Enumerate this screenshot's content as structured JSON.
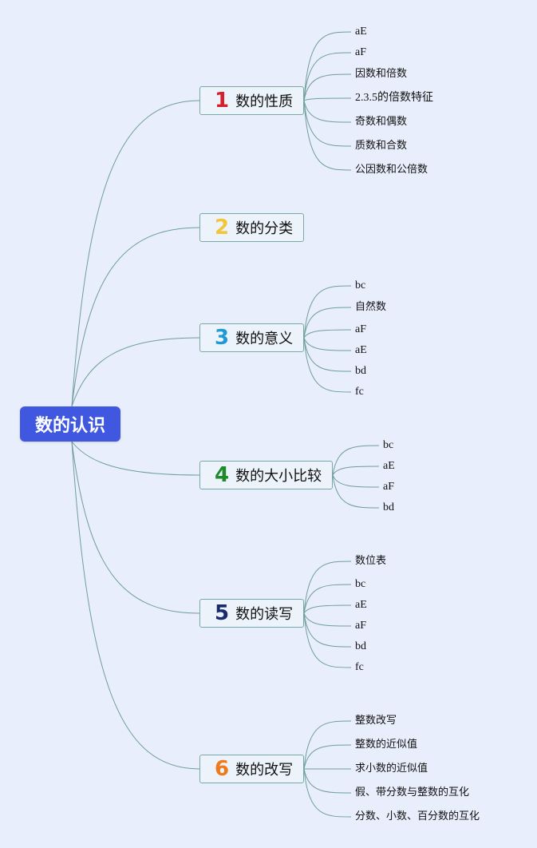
{
  "root": {
    "label": "数的认识"
  },
  "colors": {
    "line": "#6f9e9b",
    "root_bg": "#4058e0"
  },
  "branches": [
    {
      "num": "1",
      "num_color": "#d61f2c",
      "label": "数的性质",
      "children": [
        "aE",
        "aF",
        "因数和倍数",
        "2.3.5的倍数特征",
        "奇数和偶数",
        "质数和合数",
        "公因数和公倍数"
      ]
    },
    {
      "num": "2",
      "num_color": "#f3c53a",
      "label": "数的分类",
      "children": []
    },
    {
      "num": "3",
      "num_color": "#1e9ad6",
      "label": "数的意义",
      "children": [
        "bc",
        "自然数",
        "aF",
        "aE",
        "bd",
        "fc"
      ]
    },
    {
      "num": "4",
      "num_color": "#1e8a2a",
      "label": "数的大小比较",
      "children": [
        "bc",
        "aE",
        "aF",
        "bd"
      ]
    },
    {
      "num": "5",
      "num_color": "#1b2a6b",
      "label": "数的读写",
      "children": [
        "数位表",
        "bc",
        "aE",
        "aF",
        "bd",
        "fc"
      ]
    },
    {
      "num": "6",
      "num_color": "#f07a1a",
      "label": "数的改写",
      "children": [
        "整数改写",
        "整数的近似值",
        "求小数的近似值",
        "假、带分数与整数的互化",
        "分数、小数、百分数的互化"
      ]
    }
  ]
}
